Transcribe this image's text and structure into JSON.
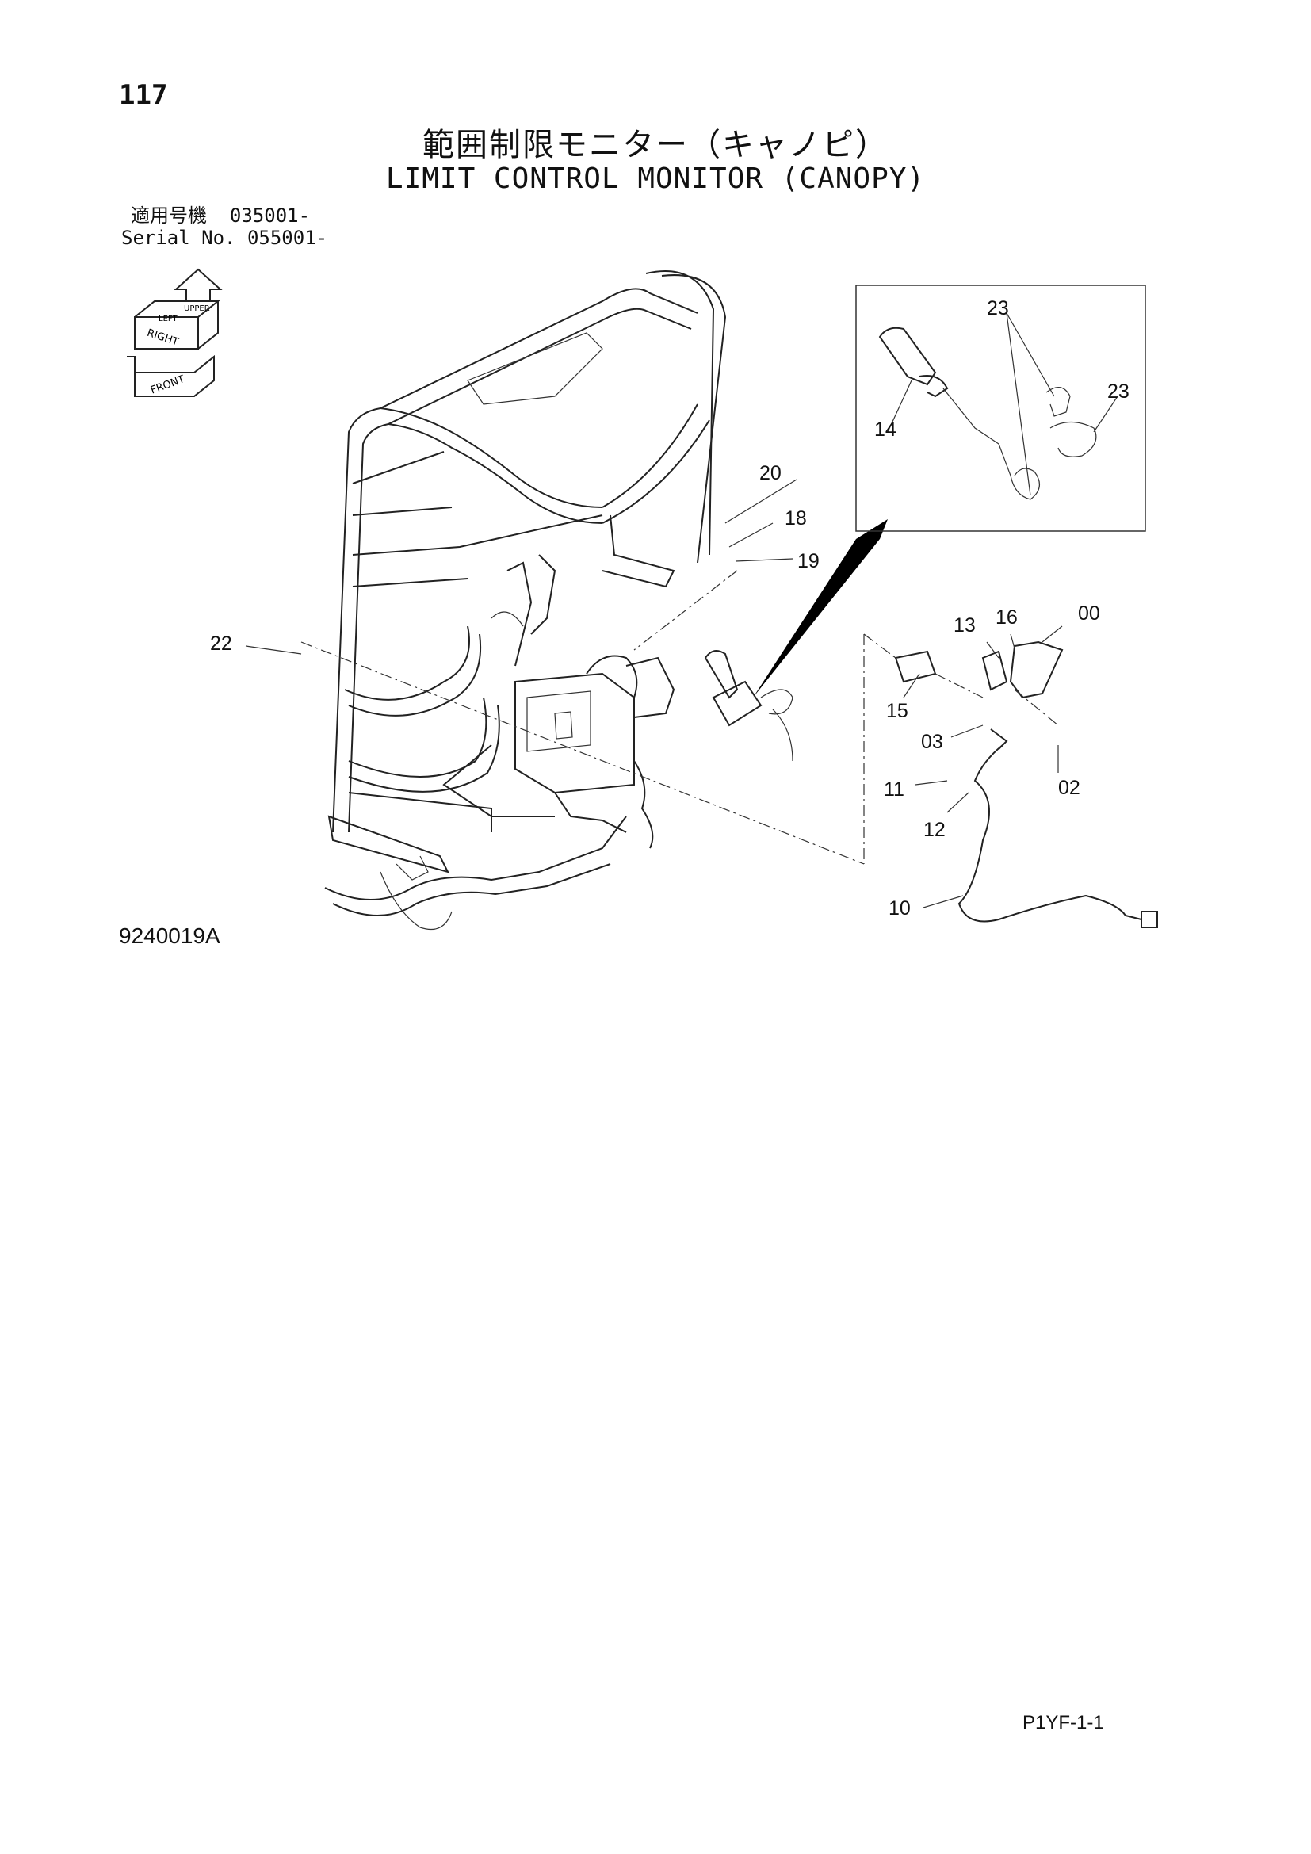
{
  "header": {
    "page_number": "117",
    "title_jp": "範囲制限モニター（キャノピ）",
    "title_en": "LIMIT CONTROL MONITOR (CANOPY)"
  },
  "applicability": {
    "jp_label": "適用号機",
    "jp_value": "035001-",
    "en_label": "Serial No.",
    "en_value": "055001-"
  },
  "orientation_icon": {
    "labels": [
      "UPPER",
      "LEFT",
      "RIGHT",
      "FRONT"
    ]
  },
  "callouts": {
    "c20": "20",
    "c18": "18",
    "c19": "19",
    "c22": "22",
    "c23a": "23",
    "c23b": "23",
    "c14": "14",
    "c13": "13",
    "c16": "16",
    "c00": "00",
    "c15": "15",
    "c03": "03",
    "c11": "11",
    "c02": "02",
    "c12": "12",
    "c10": "10"
  },
  "figure_id": "9240019A",
  "page_code": "P1YF-1-1"
}
